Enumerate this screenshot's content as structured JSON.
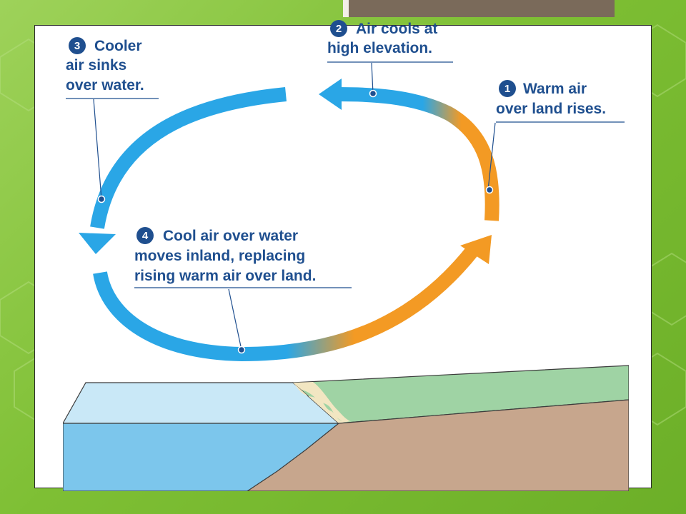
{
  "labels": {
    "step1": {
      "number": "1",
      "line1": "Warm air",
      "line2": "over land rises."
    },
    "step2": {
      "number": "2",
      "line1": "Air cools at",
      "line2": "high elevation."
    },
    "step3": {
      "number": "3",
      "line1": "Cooler",
      "line2": "air sinks",
      "line3": "over water."
    },
    "step4": {
      "number": "4",
      "line1": "Cool air over water",
      "line2": "moves inland, replacing",
      "line3": "rising warm air over land."
    }
  },
  "colors": {
    "warm": "#f39a24",
    "cool": "#2aa6e6",
    "label_text": "#1f4f8f",
    "badge": "#1f4f8f",
    "water_top": "#c9e8f7",
    "water_front": "#7cc6ec",
    "land_top": "#9fd3a4",
    "beach": "#f2e6c2",
    "soil": "#c7a68d"
  }
}
